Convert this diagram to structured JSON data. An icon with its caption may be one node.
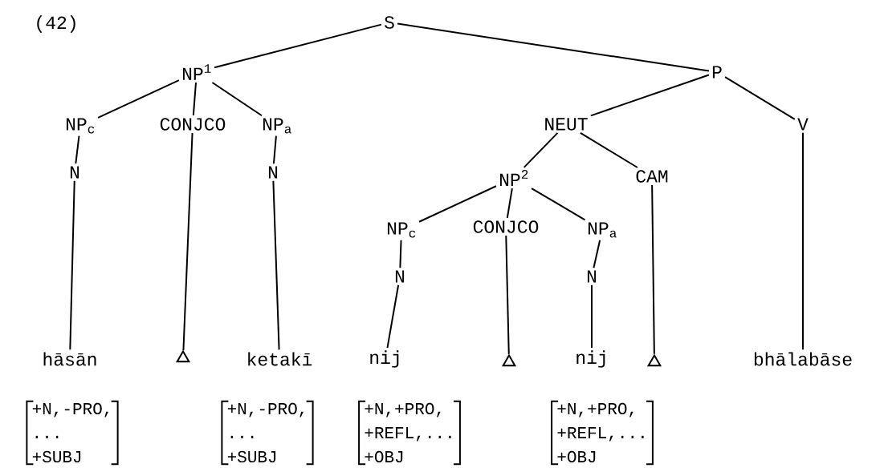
{
  "diagram": {
    "nodes": [
      {
        "text": [
          "S"
        ]
      },
      {
        "text": [
          "NP$^{1}$"
        ]
      },
      {
        "text": [
          "P"
        ]
      },
      {
        "text": [
          "NP$_{c}$"
        ]
      },
      {
        "text": [
          "CONJCO"
        ]
      },
      {
        "text": [
          "NP$_{a}$"
        ]
      },
      {
        "text": [
          "N"
        ]
      },
      {
        "text": [
          "N"
        ]
      },
      {
        "text": [
          "NEUT"
        ]
      },
      {
        "text": [
          "V"
        ]
      },
      {
        "text": [
          "NP$^{2}$"
        ]
      },
      {
        "text": [
          "CAM"
        ]
      },
      {
        "text": [
          "NP$_{c}$"
        ]
      },
      {
        "text": [
          "CONJCO"
        ]
      },
      {
        "text": [
          "NP$_{a}$"
        ]
      },
      {
        "text": [
          "N"
        ]
      },
      {
        "text": [
          "N"
        ]
      },
      {
        "text": [
          "hāsān"
        ]
      },
      {
        "text": [],
        "shape": "triangle"
      },
      {
        "text": [
          "ketakī"
        ]
      },
      {
        "text": [
          "nij"
        ]
      },
      {
        "text": [],
        "shape": "triangle"
      },
      {
        "text": [
          "nij"
        ]
      },
      {
        "text": [],
        "shape": "triangle"
      },
      {
        "text": [
          "bhālabāse"
        ]
      },
      {
        "text": [
          "+N,-PRO,",
          "...",
          "+SUBJ"
        ]
      },
      {
        "text": [
          "+N,-PRO,",
          "...",
          "+SUBJ"
        ]
      },
      {
        "text": [
          "+N,+PRO,",
          "+REFL,...",
          "+OBJ"
        ]
      },
      {
        "text": [
          "+N,+PRO,",
          "+REFL,...",
          "+OBJ"
        ]
      }
    ],
    "edges": [
      {
        "from": 0,
        "to": 1,
        "arrow": "none"
      },
      {
        "from": 0,
        "to": 2,
        "arrow": "none"
      },
      {
        "from": 1,
        "to": 3,
        "arrow": "none"
      },
      {
        "from": 1,
        "to": 4,
        "arrow": "none"
      },
      {
        "from": 1,
        "to": 5,
        "arrow": "none"
      },
      {
        "from": 3,
        "to": 6,
        "arrow": "none"
      },
      {
        "from": 5,
        "to": 7,
        "arrow": "none"
      },
      {
        "from": 2,
        "to": 8,
        "arrow": "none"
      },
      {
        "from": 2,
        "to": 9,
        "arrow": "none"
      },
      {
        "from": 8,
        "to": 10,
        "arrow": "none"
      },
      {
        "from": 8,
        "to": 11,
        "arrow": "none"
      },
      {
        "from": 10,
        "to": 12,
        "arrow": "none"
      },
      {
        "from": 10,
        "to": 13,
        "arrow": "none"
      },
      {
        "from": 10,
        "to": 14,
        "arrow": "none"
      },
      {
        "from": 12,
        "to": 15,
        "arrow": "none"
      },
      {
        "from": 14,
        "to": 16,
        "arrow": "none"
      },
      {
        "from": 6,
        "to": 17,
        "arrow": "none"
      },
      {
        "from": 4,
        "to": 18,
        "arrow": "none"
      },
      {
        "from": 7,
        "to": 19,
        "arrow": "none"
      },
      {
        "from": 15,
        "to": 20,
        "arrow": "none"
      },
      {
        "from": 13,
        "to": 21,
        "arrow": "none"
      },
      {
        "from": 16,
        "to": 22,
        "arrow": "none"
      },
      {
        "from": 11,
        "to": 23,
        "arrow": "none"
      },
      {
        "from": 9,
        "to": 24,
        "arrow": "none"
      }
    ],
    "labels": [
      "(42)"
    ]
  }
}
